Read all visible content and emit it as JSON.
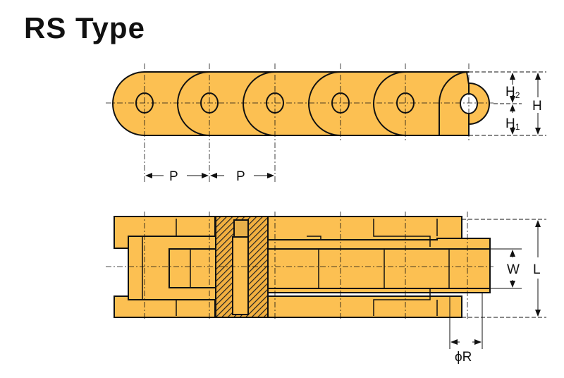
{
  "title": "RS Type",
  "colors": {
    "link_fill": "#FCC052",
    "outline": "#111111",
    "hatch_bg": "#F2B040"
  },
  "side_view": {
    "labels": {
      "pitch_1": "P",
      "pitch_2": "P",
      "h2": "H",
      "h2_sub": "2",
      "h1": "H",
      "h1_sub": "1",
      "h": "H"
    }
  },
  "top_view": {
    "labels": {
      "w": "W",
      "l": "L",
      "r": "ϕR"
    }
  }
}
